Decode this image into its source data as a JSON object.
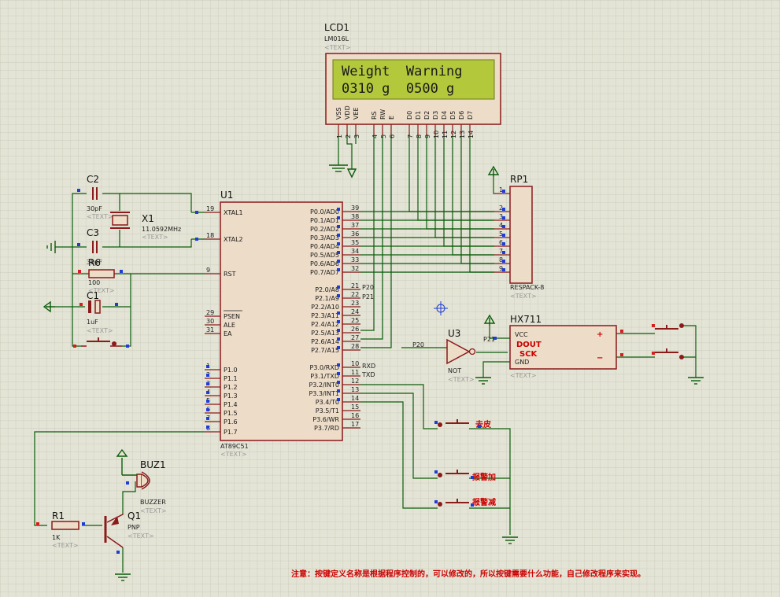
{
  "lcd": {
    "ref": "LCD1",
    "model": "LM016L",
    "text_tag": "<TEXT>",
    "line1": "Weight  Warning",
    "line2": "0310 g  0500 g",
    "pin_labels": [
      "VSS",
      "VDD",
      "VEE",
      "RS",
      "RW",
      "E",
      "D0",
      "D1",
      "D2",
      "D3",
      "D4",
      "D5",
      "D6",
      "D7"
    ],
    "pin_numbers": [
      "1",
      "2",
      "3",
      "4",
      "5",
      "6",
      "7",
      "8",
      "9",
      "10",
      "11",
      "12",
      "13",
      "14"
    ]
  },
  "mcu": {
    "ref": "U1",
    "model": "AT89C51",
    "text_tag": "<TEXT>",
    "left_pins": [
      {
        "num": "19",
        "label": "XTAL1"
      },
      {
        "num": "18",
        "label": "XTAL2"
      },
      {
        "num": "9",
        "label": "RST"
      },
      {
        "num": "29",
        "label": "PSEN"
      },
      {
        "num": "30",
        "label": "ALE"
      },
      {
        "num": "31",
        "label": "EA"
      },
      {
        "num": "1",
        "label": "P1.0"
      },
      {
        "num": "2",
        "label": "P1.1"
      },
      {
        "num": "3",
        "label": "P1.2"
      },
      {
        "num": "4",
        "label": "P1.3"
      },
      {
        "num": "5",
        "label": "P1.4"
      },
      {
        "num": "6",
        "label": "P1.5"
      },
      {
        "num": "7",
        "label": "P1.6"
      },
      {
        "num": "8",
        "label": "P1.7"
      }
    ],
    "right_pins": [
      {
        "num": "39",
        "label": "P0.0/AD0"
      },
      {
        "num": "38",
        "label": "P0.1/AD1"
      },
      {
        "num": "37",
        "label": "P0.2/AD2"
      },
      {
        "num": "36",
        "label": "P0.3/AD3"
      },
      {
        "num": "35",
        "label": "P0.4/AD4"
      },
      {
        "num": "34",
        "label": "P0.5/AD5"
      },
      {
        "num": "33",
        "label": "P0.6/AD6"
      },
      {
        "num": "32",
        "label": "P0.7/AD7"
      },
      {
        "num": "21",
        "label": "P2.0/A8"
      },
      {
        "num": "22",
        "label": "P2.1/A9"
      },
      {
        "num": "23",
        "label": "P2.2/A10"
      },
      {
        "num": "24",
        "label": "P2.3/A11"
      },
      {
        "num": "25",
        "label": "P2.4/A12"
      },
      {
        "num": "26",
        "label": "P2.5/A13"
      },
      {
        "num": "27",
        "label": "P2.6/A14"
      },
      {
        "num": "28",
        "label": "P2.7/A15"
      },
      {
        "num": "10",
        "label": "P3.0/RXD"
      },
      {
        "num": "11",
        "label": "P3.1/TXD"
      },
      {
        "num": "12",
        "label": "P3.2/INT0"
      },
      {
        "num": "13",
        "label": "P3.3/INT1"
      },
      {
        "num": "14",
        "label": "P3.4/T0"
      },
      {
        "num": "15",
        "label": "P3.5/T1"
      },
      {
        "num": "16",
        "label": "P3.6/WR"
      },
      {
        "num": "17",
        "label": "P3.7/RD"
      }
    ],
    "net_labels": {
      "p20": "P20",
      "p21": "P21",
      "rxd": "RXD",
      "txd": "TXD"
    }
  },
  "c2": {
    "ref": "C2",
    "value": "30pF",
    "text_tag": "<TEXT>"
  },
  "c3": {
    "ref": "C3",
    "value": "30pF"
  },
  "x1": {
    "ref": "X1",
    "value": "11.0592MHz",
    "text_tag": "<TEXT>"
  },
  "r6": {
    "ref": "R6",
    "value": "100",
    "text_tag": "<TEXT>"
  },
  "c1": {
    "ref": "C1",
    "value": "1uF",
    "text_tag": "<TEXT>"
  },
  "rp1": {
    "ref": "RP1",
    "model": "RESPACK-8",
    "text_tag": "<TEXT>",
    "pins": [
      "1",
      "2",
      "3",
      "4",
      "5",
      "6",
      "7",
      "8",
      "9"
    ]
  },
  "u3": {
    "ref": "U3",
    "model": "NOT",
    "text_tag": "<TEXT>",
    "in_net": "P20",
    "out_net": "P21"
  },
  "hx711": {
    "ref": "HX711",
    "text_tag": "<TEXT>",
    "pins": {
      "vcc": "VCC",
      "dout": "DOUT",
      "sck": "SCK",
      "gnd": "GND",
      "plus": "+",
      "minus": "−"
    }
  },
  "buzzer": {
    "ref": "BUZ1",
    "model": "BUZZER",
    "text_tag": "<TEXT>"
  },
  "q1": {
    "ref": "Q1",
    "model": "PNP",
    "text_tag": "<TEXT>"
  },
  "r1": {
    "ref": "R1",
    "value": "1K",
    "text_tag": "<TEXT>"
  },
  "buttons": {
    "tare": "去皮",
    "alarm_up": "报警加",
    "alarm_down": "报警减"
  },
  "note": "注意：按键定义名称是根据程序控制的，可以修改的，所以按键需要什么功能，自己修改程序来实现。",
  "colors": {
    "wire": "#0b5c0b",
    "component": "#8b1a1a",
    "lcd_bg": "#b4c83c",
    "body_fill": "#ecdcc8",
    "grid": "#c9c9bb",
    "pin_blue": "#1e3cd6",
    "pin_red": "#d61e1e",
    "note": "#cc0000"
  }
}
